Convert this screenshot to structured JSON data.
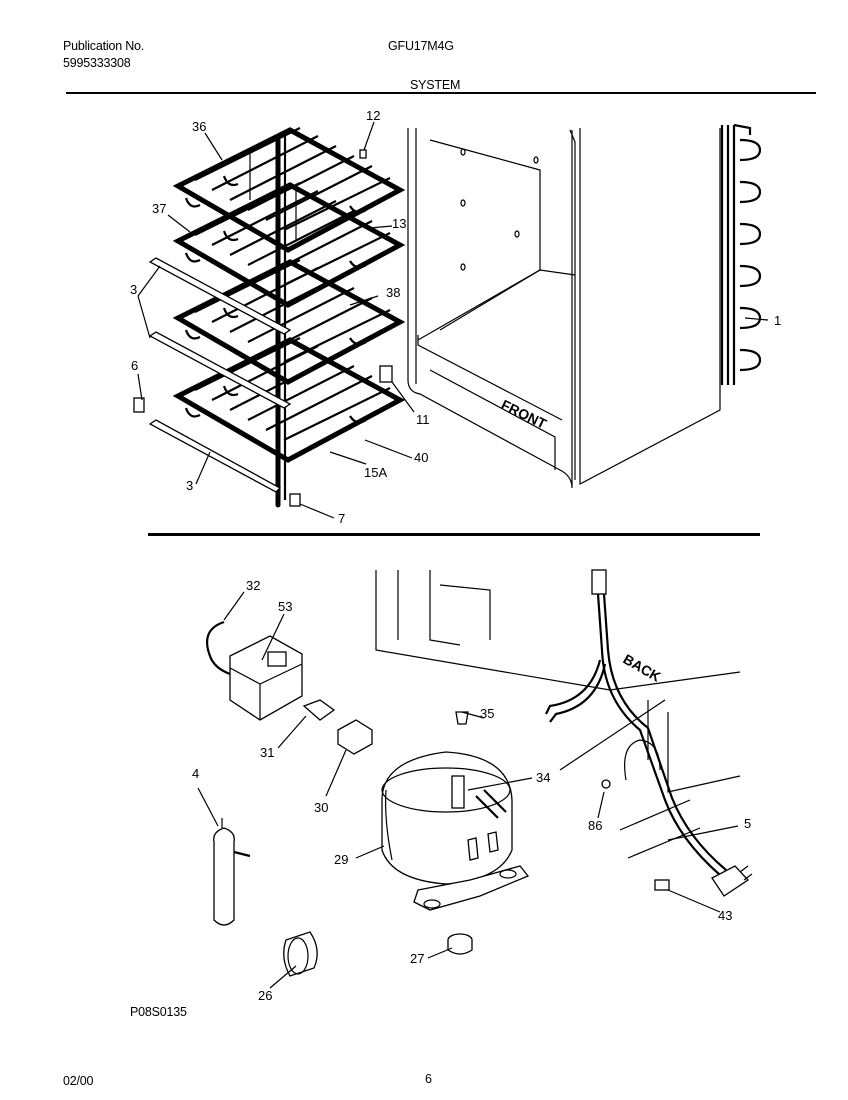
{
  "header": {
    "publication_label": "Publication No.",
    "publication_number": "5995333308",
    "model": "GFU17M4G",
    "section": "SYSTEM"
  },
  "diagram_labels": {
    "front": "FRONT",
    "back": "BACK"
  },
  "callouts": [
    {
      "id": "c1",
      "text": "1"
    },
    {
      "id": "c3a",
      "text": "3"
    },
    {
      "id": "c3b",
      "text": "3"
    },
    {
      "id": "c4",
      "text": "4"
    },
    {
      "id": "c5",
      "text": "5"
    },
    {
      "id": "c6",
      "text": "6"
    },
    {
      "id": "c7",
      "text": "7"
    },
    {
      "id": "c11",
      "text": "11"
    },
    {
      "id": "c12",
      "text": "12"
    },
    {
      "id": "c13",
      "text": "13"
    },
    {
      "id": "c15a",
      "text": "15A"
    },
    {
      "id": "c26",
      "text": "26"
    },
    {
      "id": "c27",
      "text": "27"
    },
    {
      "id": "c29",
      "text": "29"
    },
    {
      "id": "c30",
      "text": "30"
    },
    {
      "id": "c31",
      "text": "31"
    },
    {
      "id": "c32",
      "text": "32"
    },
    {
      "id": "c34",
      "text": "34"
    },
    {
      "id": "c35",
      "text": "35"
    },
    {
      "id": "c36",
      "text": "36"
    },
    {
      "id": "c37",
      "text": "37"
    },
    {
      "id": "c38",
      "text": "38"
    },
    {
      "id": "c40",
      "text": "40"
    },
    {
      "id": "c43",
      "text": "43"
    },
    {
      "id": "c53",
      "text": "53"
    },
    {
      "id": "c86",
      "text": "86"
    }
  ],
  "footer": {
    "drawing_code": "P08S0135",
    "date": "02/00",
    "page_number": "6"
  }
}
